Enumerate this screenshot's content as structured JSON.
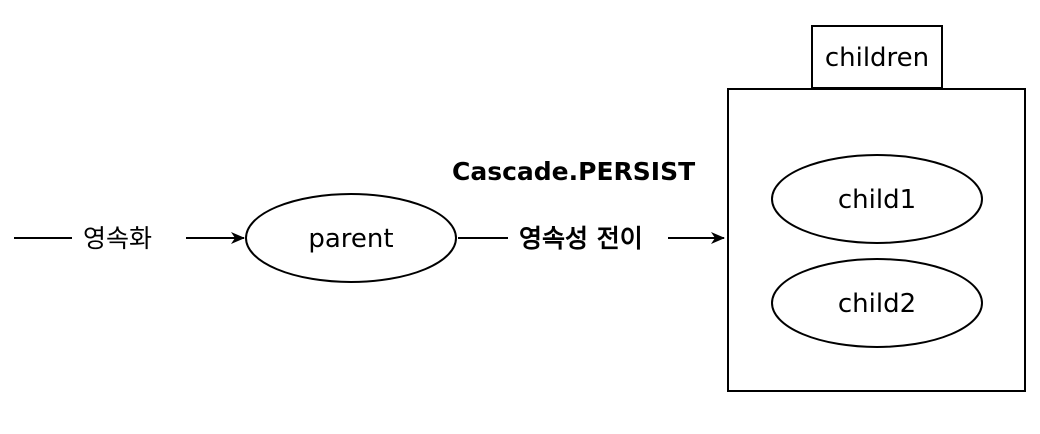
{
  "nodes": {
    "parent": "parent",
    "children_tab": "children",
    "child1": "child1",
    "child2": "child2"
  },
  "edges": {
    "persist_label": "영속화",
    "cascade_type": "Cascade.PERSIST",
    "cascade_label": "영속성 전이"
  },
  "icons": {
    "arrowhead": "arrowhead-icon"
  }
}
